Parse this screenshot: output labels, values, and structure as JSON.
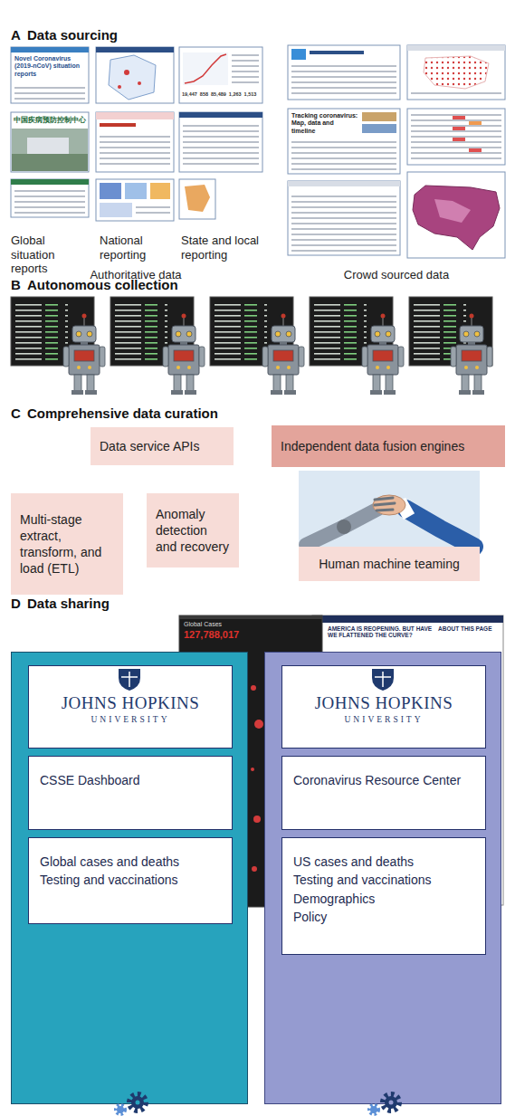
{
  "diagram": {
    "nodes": [
      {
        "text": [
          "Data service APIs"
        ]
      },
      {
        "text": [
          "Independent data fusion engines"
        ]
      },
      {
        "text": [
          "Multi-stage extract, transform, and load (ETL)"
        ]
      },
      {
        "text": [
          "Anomaly detection and recovery"
        ]
      },
      {
        "text": [
          "Human machine teaming"
        ]
      },
      {
        "text": []
      },
      {
        "text": [
          "JOHNS HOPKINS",
          "UNIVERSITY"
        ],
        "in": 5
      },
      {
        "text": [
          "CSSE Dashboard"
        ],
        "in": 5
      },
      {
        "text": [
          "Global cases and deaths",
          "Testing and vaccinations"
        ],
        "in": 5
      },
      {
        "text": []
      },
      {
        "text": [
          "JOHNS HOPKINS",
          "UNIVERSITY"
        ],
        "in": 9
      },
      {
        "text": [
          "Coronavirus Resource Center"
        ],
        "in": 9
      },
      {
        "text": [
          "US cases and deaths",
          "Testing and vaccinations",
          "Demographics",
          "Policy"
        ],
        "in": 9
      }
    ],
    "labels": [
      "A",
      "Data sourcing",
      "Global situation reports",
      "National reporting",
      "State and local reporting",
      "Authoritative data",
      "Crowd sourced data",
      "B",
      "Autonomous collection",
      "C",
      "Comprehensive data curation",
      "D",
      "Data sharing",
      "Novel Coronavirus (2019-nCoV) situation reports",
      "中国疾病预防控制中心",
      "Tracking coronavirus: Map, data and timeline",
      "19,447",
      "858",
      "85,489",
      "1,263",
      "1,513",
      "Global Cases",
      "127,788,017",
      "AMERICA IS REOPENING. BUT HAVE WE FLATTENED THE CURVE?",
      "ABOUT THIS PAGE"
    ]
  }
}
